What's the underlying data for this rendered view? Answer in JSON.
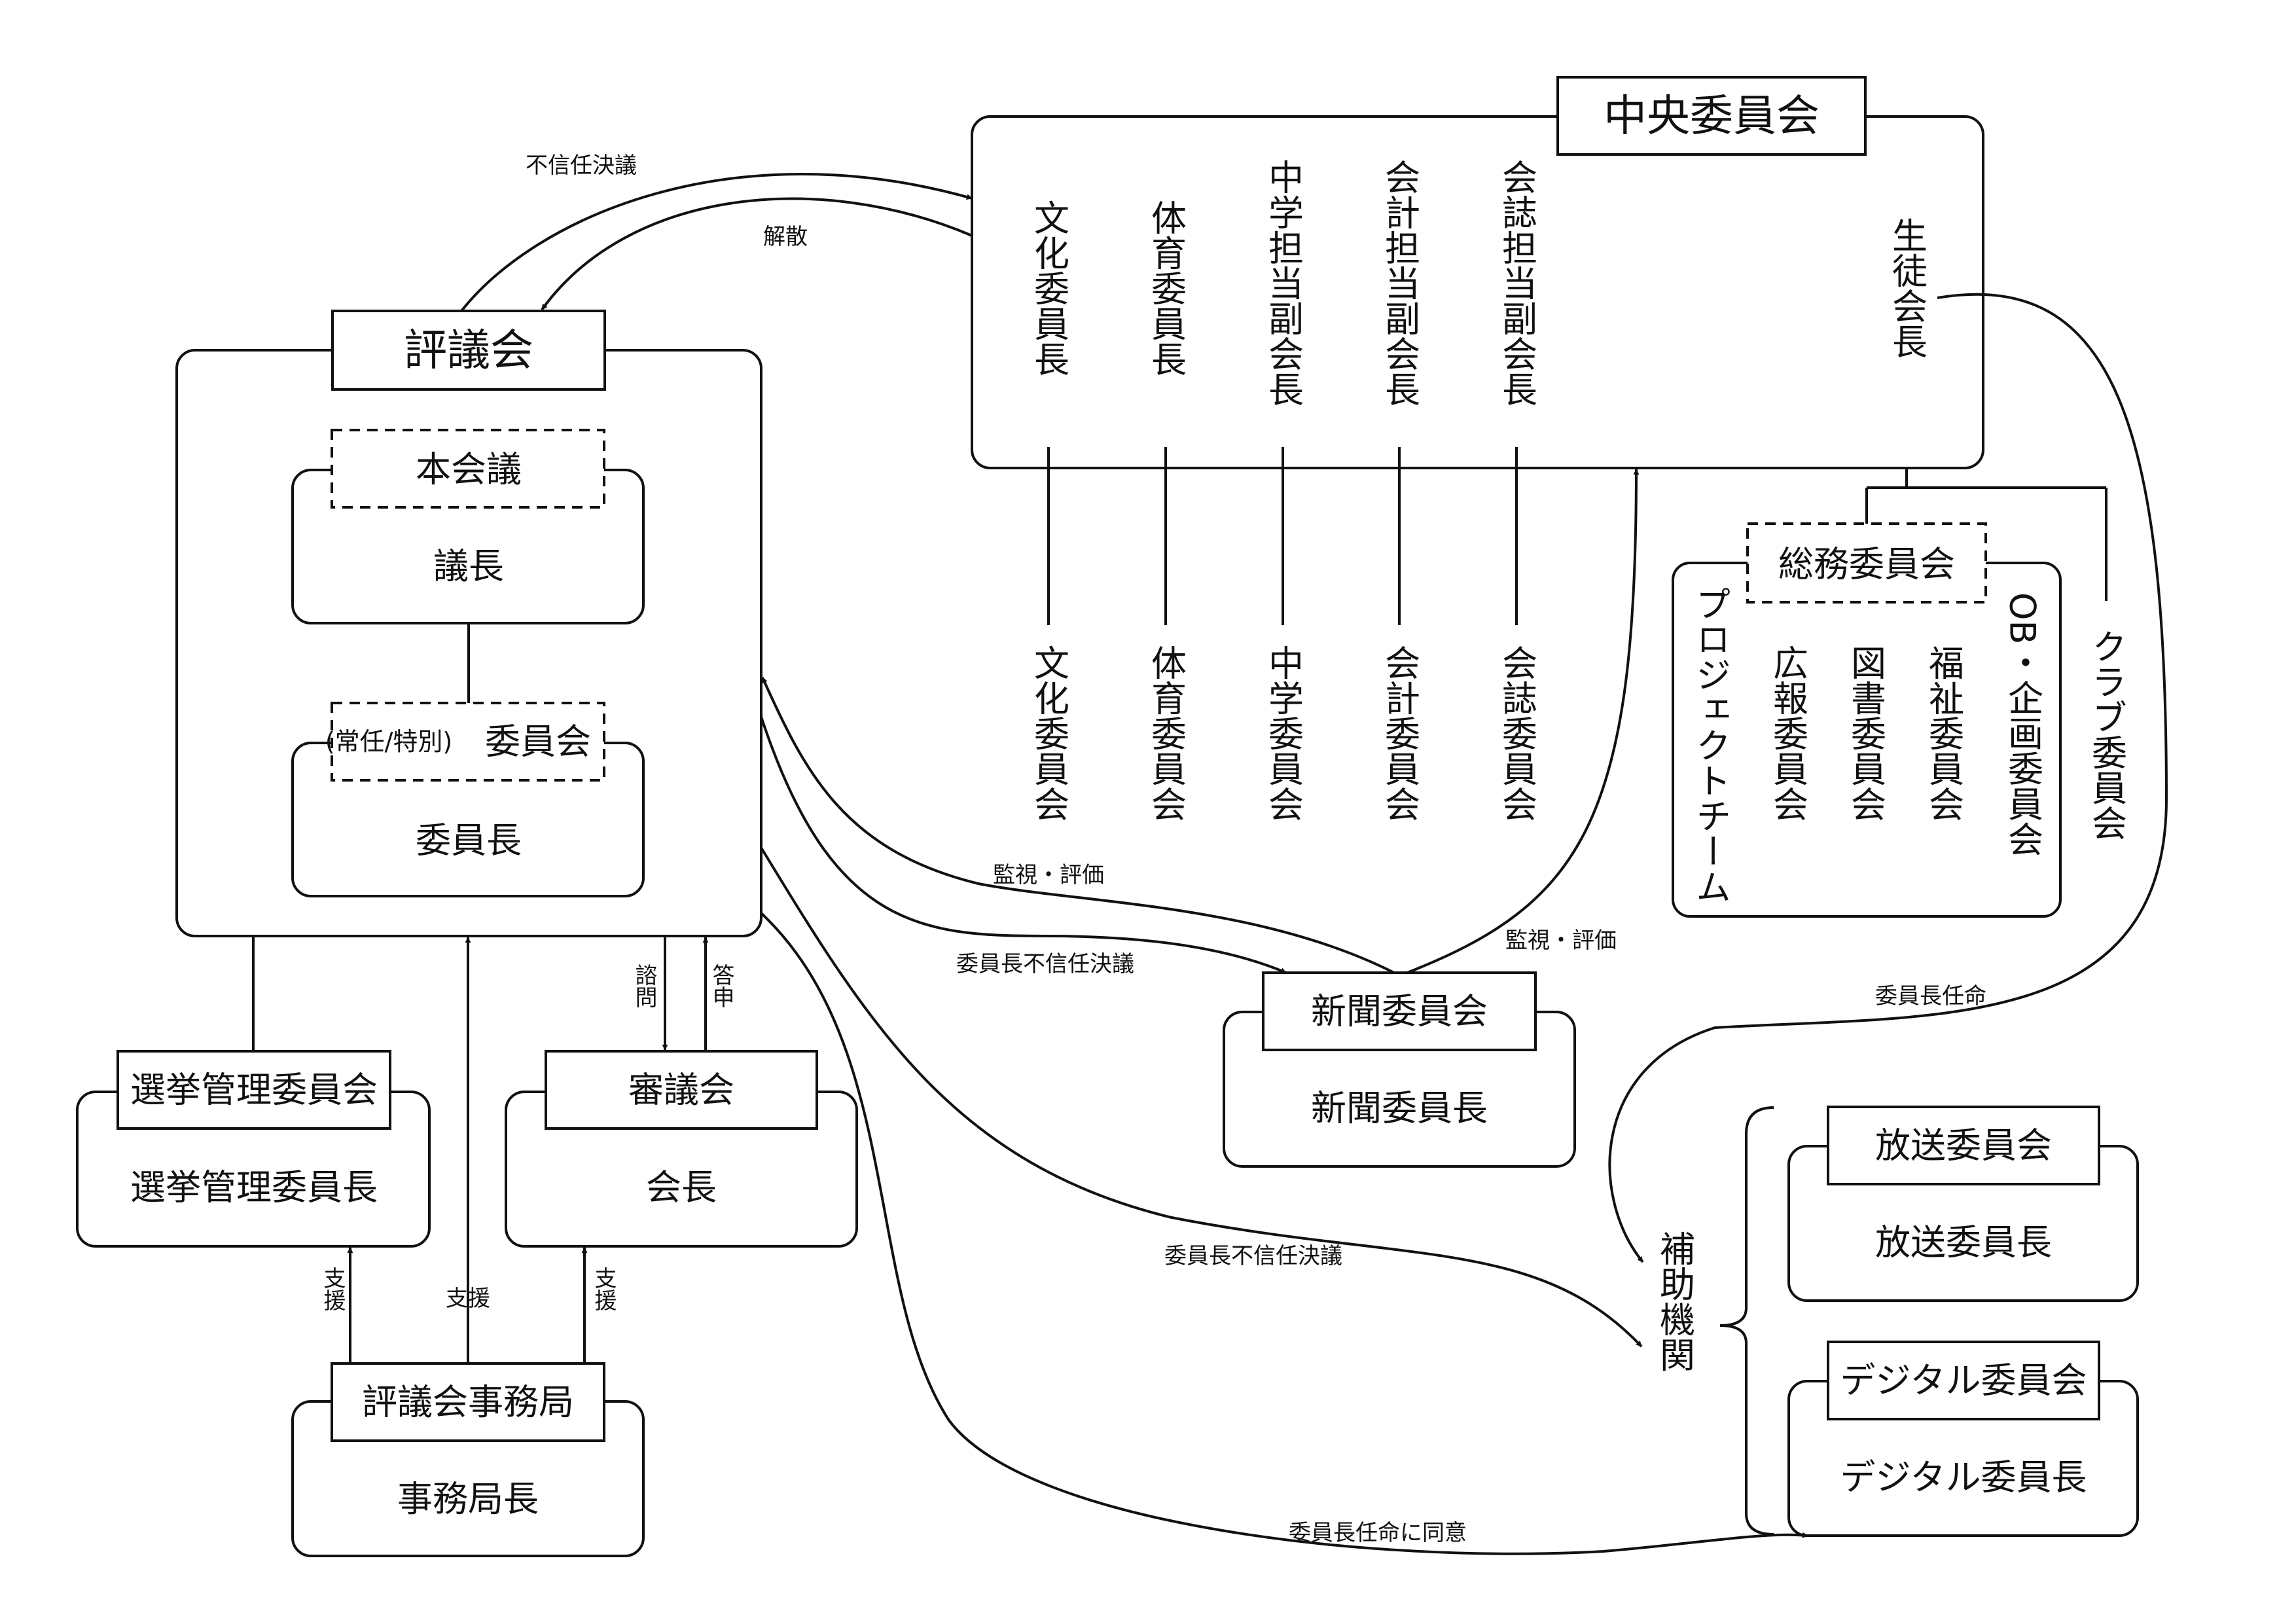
{
  "central": {
    "title": "中央委員会",
    "officers": [
      "文化委員長",
      "体育委員長",
      "中学担当副会長",
      "会計担当副会長",
      "会誌担当副会長",
      "生徒会長"
    ],
    "committees": [
      "文化委員会",
      "体育委員会",
      "中学委員会",
      "会計委員会",
      "会誌委員会"
    ]
  },
  "general_affairs": {
    "title": "総務委員会",
    "members": [
      "プロジェクトチーム",
      "広報委員会",
      "図書委員会",
      "福祉委員会",
      "OB・企画委員会"
    ]
  },
  "club": "クラブ委員会",
  "council": {
    "title": "評議会",
    "plenary": "本会議",
    "chair": "議長",
    "committee_prefix": "(常任/特別)",
    "committee": "委員会",
    "committee_chair": "委員長"
  },
  "election": {
    "title": "選挙管理委員会",
    "head": "選挙管理委員長"
  },
  "deliberation": {
    "title": "審議会",
    "head": "会長"
  },
  "secretariat": {
    "title": "評議会事務局",
    "head": "事務局長"
  },
  "newspaper": {
    "title": "新聞委員会",
    "head": "新聞委員長"
  },
  "auxiliary": "補助機関",
  "broadcast": {
    "title": "放送委員会",
    "head": "放送委員長"
  },
  "digital": {
    "title": "デジタル委員会",
    "head": "デジタル委員長"
  },
  "labels": {
    "no_confidence": "不信任決議",
    "dissolution": "解散",
    "monitor_left": "監視・評価",
    "monitor_right": "監視・評価",
    "chair_no_confidence_1": "委員長不信任決議",
    "chair_no_confidence_2": "委員長不信任決議",
    "chair_appoint": "委員長任命",
    "consent": "委員長任命に同意",
    "inquiry": "諮問",
    "report": "答申",
    "support_left": "支援",
    "support_mid": "支援",
    "support_right": "支援"
  }
}
